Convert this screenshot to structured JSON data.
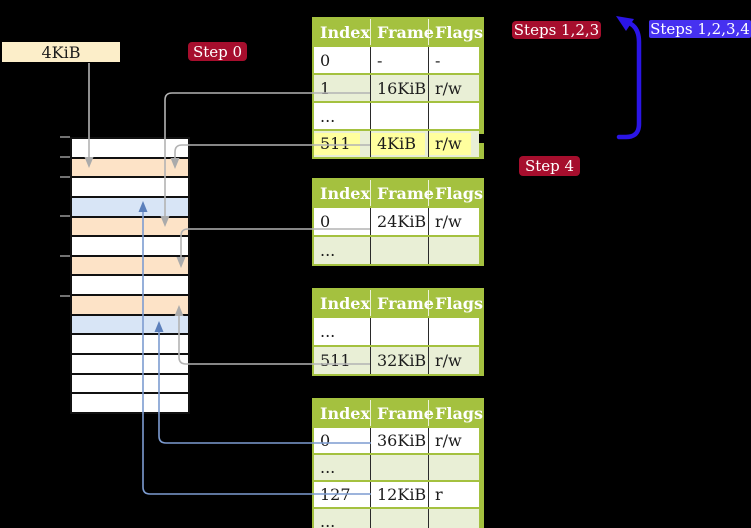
{
  "labels": {
    "page_size_box": "4KiB",
    "step0": "Step 0",
    "steps123": "Steps 1,2,3",
    "steps1234": "Steps 1,2,3,4",
    "step4": "Step 4"
  },
  "palette": {
    "background": "#000000",
    "table_header_green": "#a4c13f",
    "table_row_green": "#e9efd6",
    "table_cell_separator": "#2a2a2a",
    "badge_crimson": "#a60e2d",
    "badge_blue": "#4631f0",
    "thick_arrow_blue": "#2b15e6",
    "connector_gray": "#b3b3b3",
    "connector_blue": "#7d9cd1",
    "memory_frame_orange": "#fde3c7",
    "memory_page_blue": "#d8e5f6",
    "memory_border": "#111111",
    "highlight_yellow": "#ffff9e",
    "pagesize_box_cream": "#fceec9"
  },
  "memory_column": {
    "rows": [
      "white",
      "orange",
      "white",
      "blue",
      "orange",
      "white",
      "orange",
      "white",
      "orange",
      "blue",
      "white",
      "white",
      "white",
      "white"
    ]
  },
  "tables": [
    {
      "headers": [
        "Index",
        "Frame",
        "Flags"
      ],
      "rows": [
        {
          "index": "0",
          "frame": "-",
          "flags": "-"
        },
        {
          "index": "1",
          "frame": "16KiB",
          "flags": "r/w"
        },
        {
          "index": "...",
          "frame": "",
          "flags": ""
        },
        {
          "index": "511",
          "frame": "4KiB",
          "flags": "r/w"
        }
      ]
    },
    {
      "headers": [
        "Index",
        "Frame",
        "Flags"
      ],
      "rows": [
        {
          "index": "0",
          "frame": "24KiB",
          "flags": "r/w"
        },
        {
          "index": "...",
          "frame": "",
          "flags": ""
        }
      ]
    },
    {
      "headers": [
        "Index",
        "Frame",
        "Flags"
      ],
      "rows": [
        {
          "index": "...",
          "frame": "",
          "flags": ""
        },
        {
          "index": "511",
          "frame": "32KiB",
          "flags": "r/w"
        }
      ]
    },
    {
      "headers": [
        "Index",
        "Frame",
        "Flags"
      ],
      "rows": [
        {
          "index": "0",
          "frame": "36KiB",
          "flags": "r/w"
        },
        {
          "index": "...",
          "frame": "",
          "flags": ""
        },
        {
          "index": "127",
          "frame": "12KiB",
          "flags": "r"
        },
        {
          "index": "...",
          "frame": "",
          "flags": ""
        }
      ]
    }
  ]
}
